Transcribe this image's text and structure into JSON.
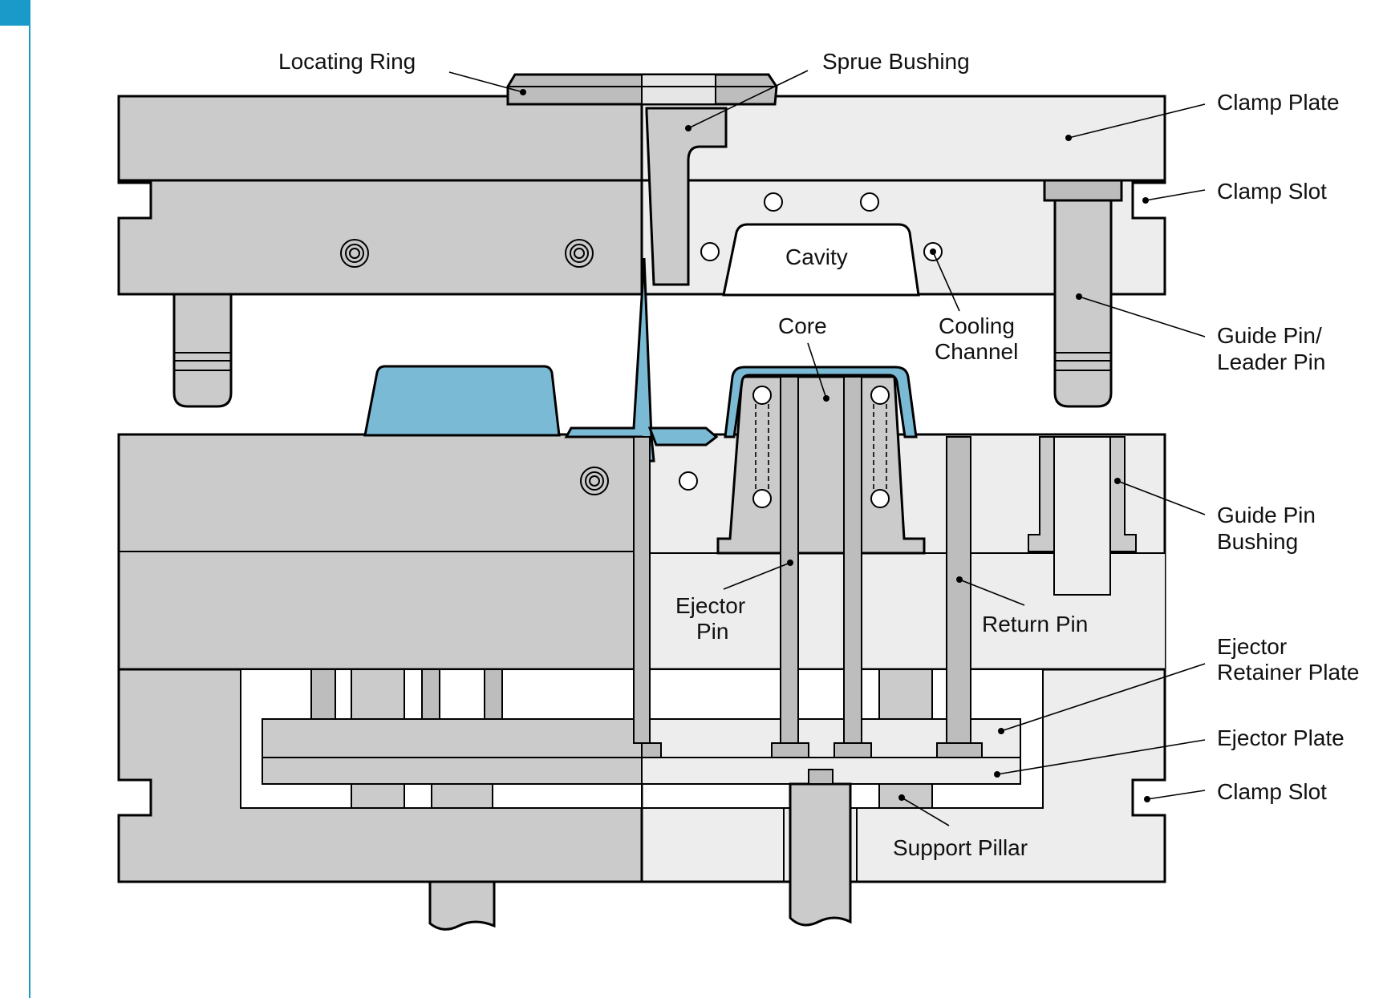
{
  "colors": {
    "accent": "#1a9ac9",
    "plastic": "#7bbad5",
    "steel_dark": "#cbcbcb",
    "steel_light": "#ededed",
    "steel_mid": "#bdbdbd",
    "outline": "#000000"
  },
  "labels": {
    "locating_ring": "Locating Ring",
    "sprue_bushing": "Sprue Bushing",
    "clamp_plate": "Clamp Plate",
    "clamp_slot_top": "Clamp Slot",
    "cavity": "Cavity",
    "cooling_channel_1": "Cooling",
    "cooling_channel_2": "Channel",
    "core": "Core",
    "guide_pin_1": "Guide Pin/",
    "guide_pin_2": "Leader Pin",
    "guide_pin_bushing_1": "Guide Pin",
    "guide_pin_bushing_2": "Bushing",
    "ejector_pin_1": "Ejector",
    "ejector_pin_2": "Pin",
    "return_pin": "Return Pin",
    "ejector_retainer_1": "Ejector",
    "ejector_retainer_2": "Retainer Plate",
    "ejector_plate": "Ejector Plate",
    "clamp_slot_bottom": "Clamp Slot",
    "support_pillar": "Support Pillar"
  }
}
